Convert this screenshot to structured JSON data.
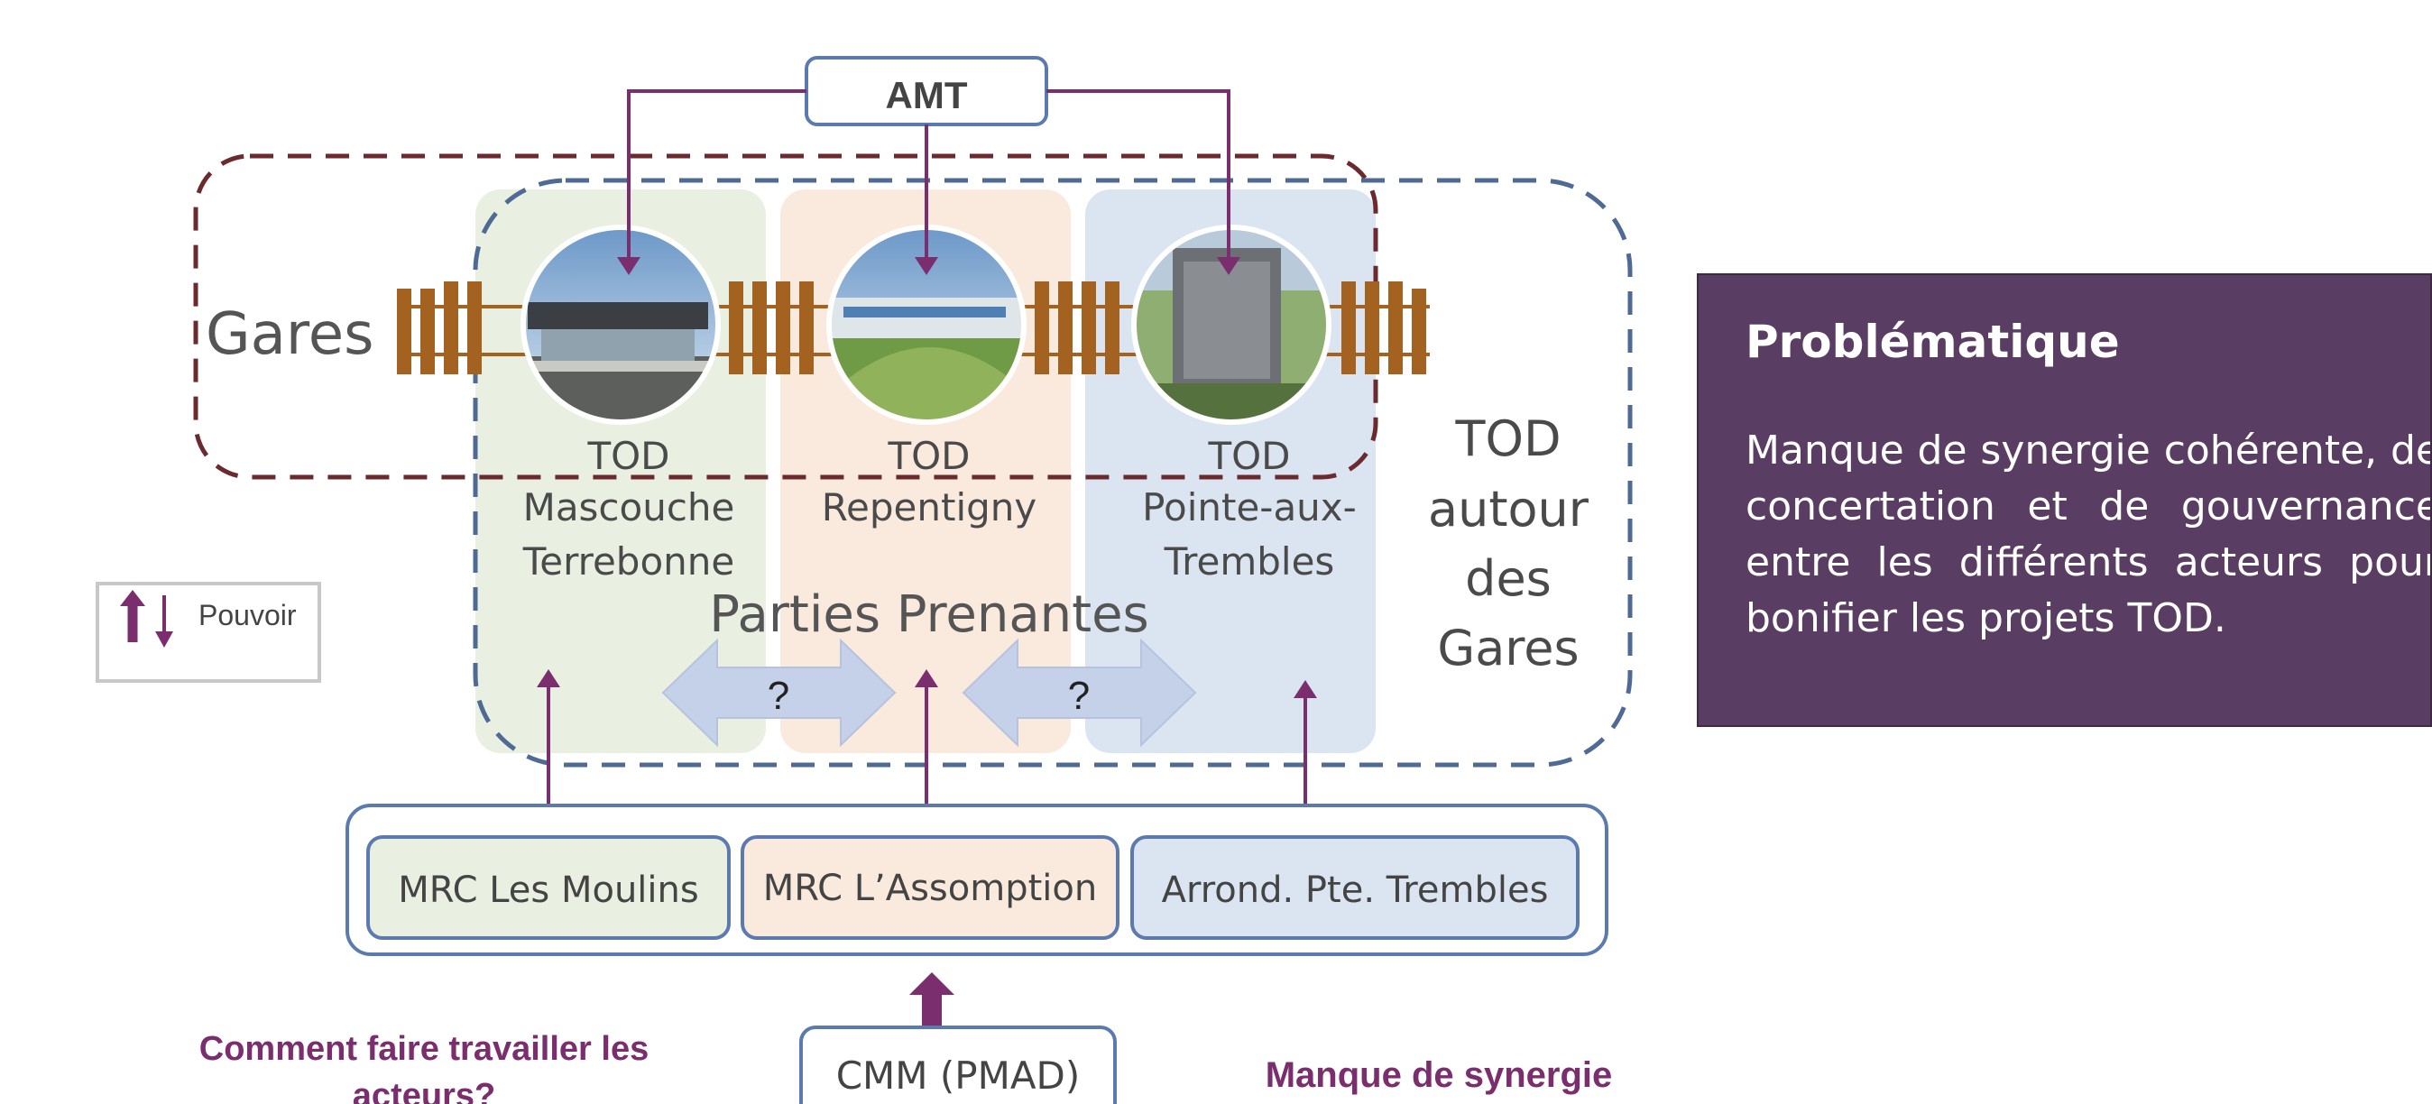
{
  "amt": "AMT",
  "gares_label": "Gares",
  "stations": [
    {
      "tod": "TOD",
      "line1": "Mascouche",
      "line2": "Terrebonne"
    },
    {
      "tod": "TOD",
      "line1": "Repentigny",
      "line2": ""
    },
    {
      "tod": "TOD",
      "line1": "Pointe-aux-",
      "line2": "Trembles"
    }
  ],
  "tod_autour": [
    "TOD",
    "autour",
    "des",
    "Gares"
  ],
  "parties_prenantes": "Parties Prenantes",
  "question_mark": "?",
  "legend": {
    "label": "Pouvoir"
  },
  "municipalities": [
    "MRC Les Moulins",
    "MRC L’Assomption",
    "Arrond. Pte. Trembles"
  ],
  "cmm": "CMM (PMAD)",
  "question_left": [
    "Comment faire travailler les",
    "acteurs?"
  ],
  "question_right": "Manque de synergie",
  "panel": {
    "title": "Problématique",
    "text": "Manque de synergie cohérente, de concertation et de gouvernance entre les différents acteurs pour bonifier les projets TOD."
  },
  "colors": {
    "purple": "#7b2e6e",
    "dashed_maroon": "#6b2a2e",
    "dashed_blue": "#4e6a95",
    "box_blue": "#5b7bb0",
    "rail_brown": "#a3621f",
    "panel_bg": "#5a3d62"
  }
}
